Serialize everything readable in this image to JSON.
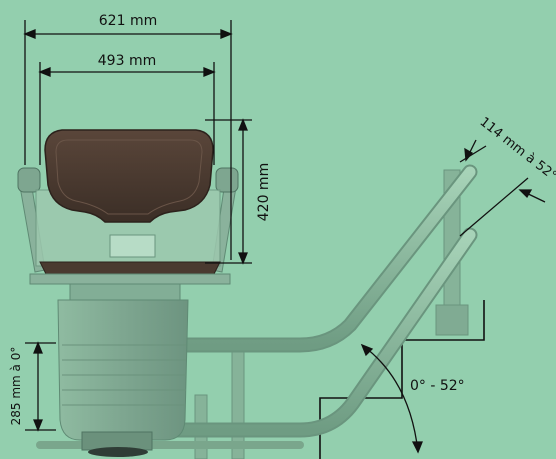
{
  "dimensions": {
    "total_width": "621 mm",
    "seat_width": "493 mm",
    "backrest_height": "420 mm",
    "footrest_height": "285 mm à 0°",
    "rail_offset": "114 mm à 52°",
    "incline_range": "0° - 52°"
  },
  "colors": {
    "background": "#93cfae",
    "backrest": "#4a3a30",
    "seat_frame": "#8ab29c",
    "body": "#7fa890",
    "rail": "#88b69b",
    "lines": "#111111"
  }
}
